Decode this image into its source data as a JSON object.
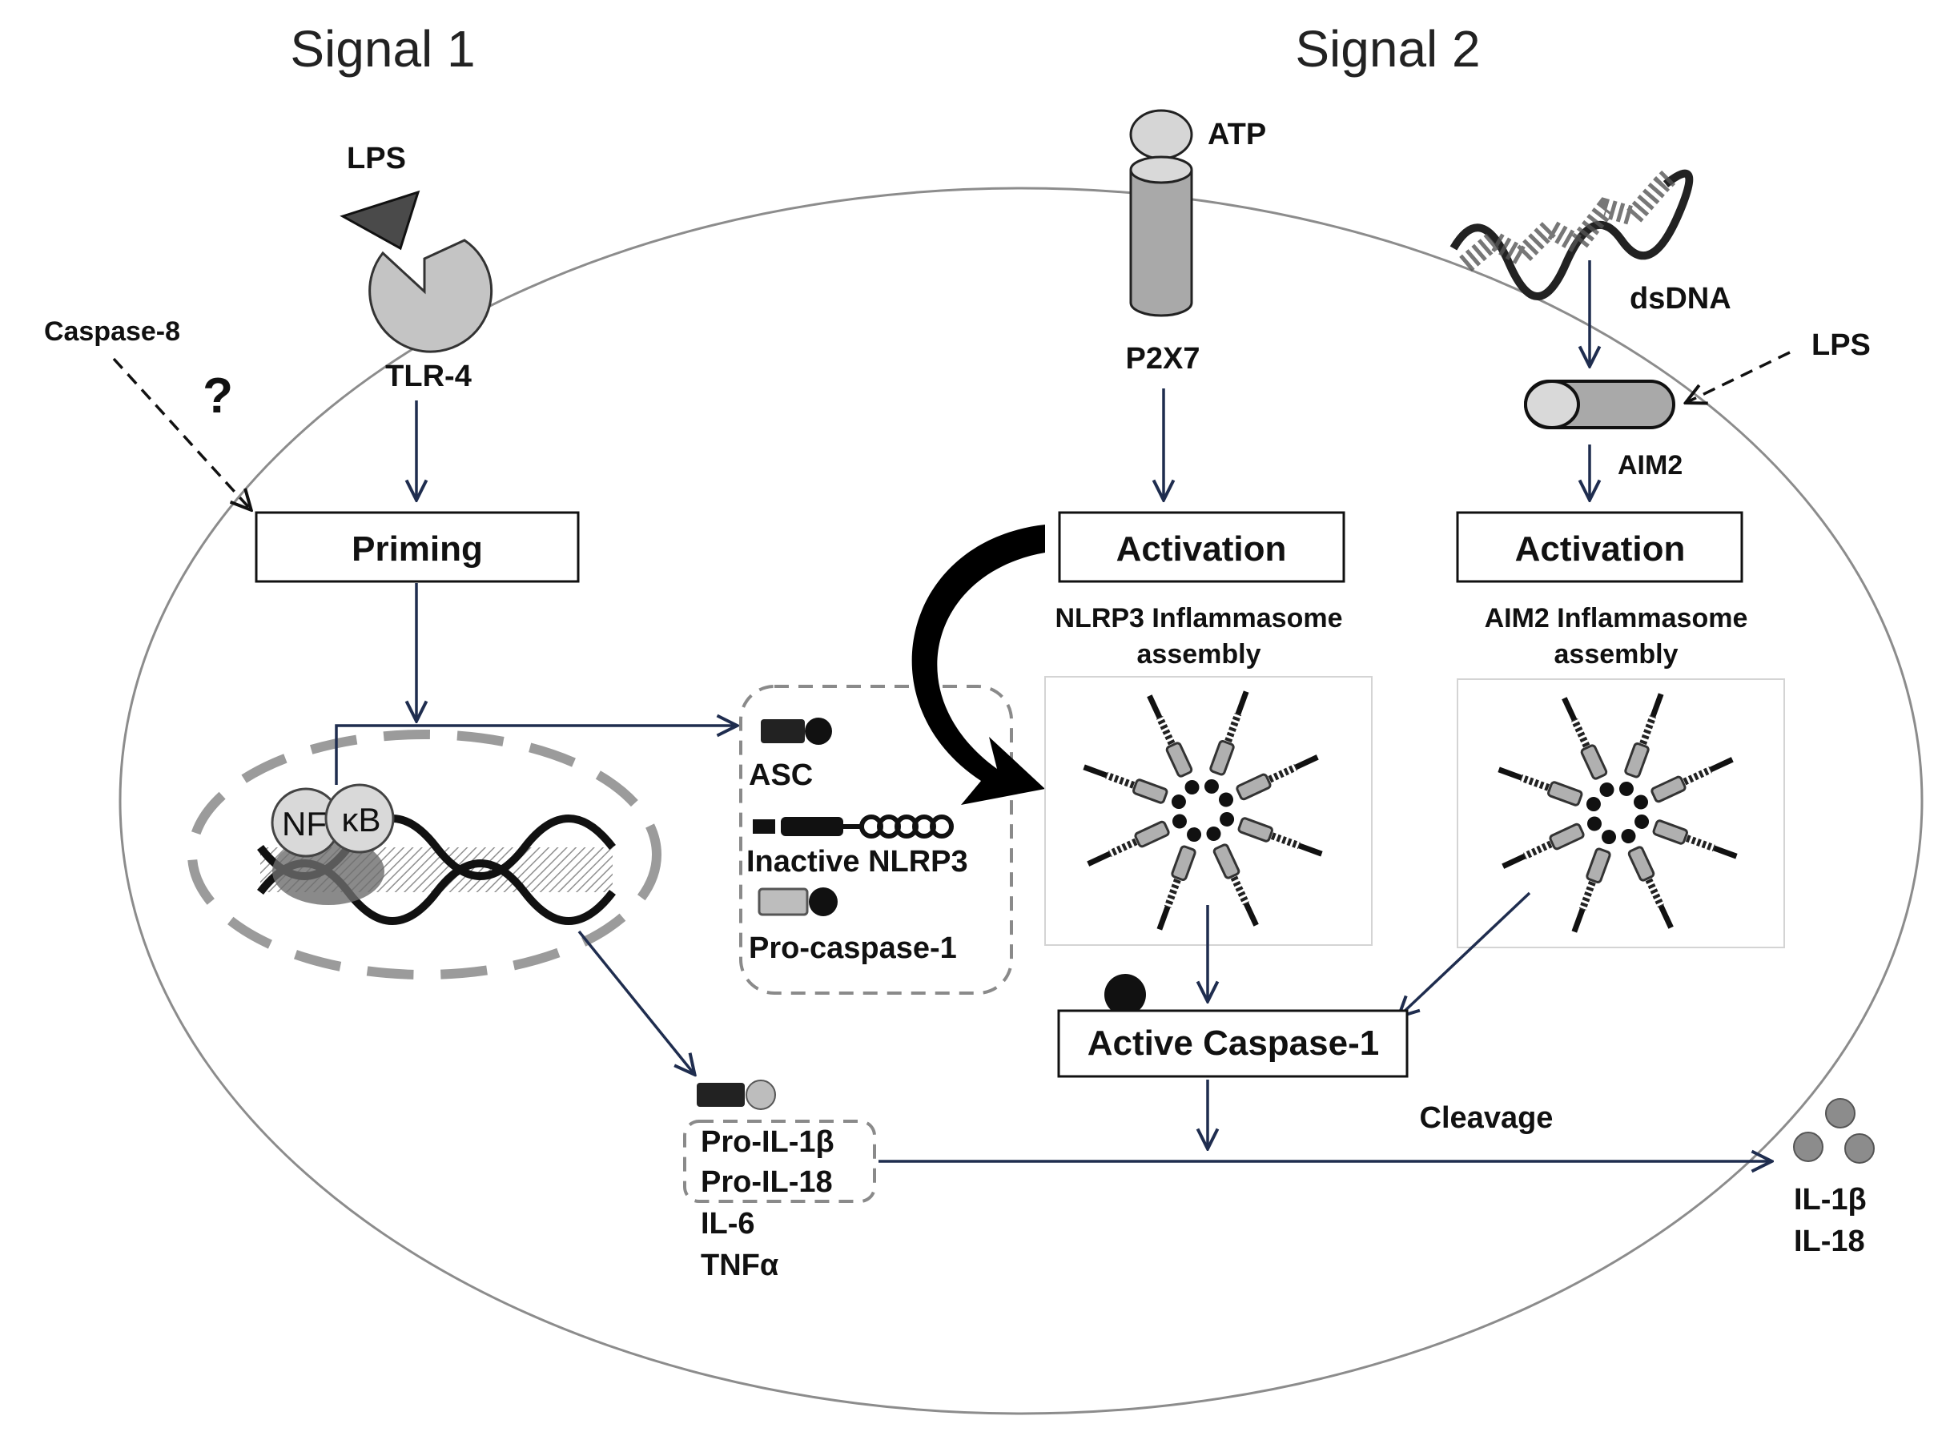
{
  "titles": {
    "signal1": "Signal 1",
    "signal2": "Signal 2"
  },
  "labels": {
    "lps_top": "LPS",
    "tlr4": "TLR-4",
    "caspase8": "Caspase-8",
    "question": "?",
    "atp": "ATP",
    "p2x7": "P2X7",
    "dsdna": "dsDNA",
    "lps_right": "LPS",
    "aim2": "AIM2",
    "nlrp3_assembly_1": "NLRP3 Inflammasome",
    "nlrp3_assembly_2": "assembly",
    "aim2_assembly_1": "AIM2 Inflammasome",
    "aim2_assembly_2": "assembly",
    "asc": "ASC",
    "inactive_nlrp3": "Inactive  NLRP3",
    "procaspase1": "Pro-caspase-1",
    "pro_il1b": "Pro-IL-1β",
    "pro_il18": "Pro-IL-18",
    "il6": "IL-6",
    "tnfa": "TNFα",
    "cleavage": "Cleavage",
    "il1b": "IL-1β",
    "il18": "IL-18",
    "nf": "NF",
    "kb": "κB"
  },
  "boxes": {
    "priming": "Priming",
    "activation_nlrp3": "Activation",
    "activation_aim2": "Activation",
    "active_caspase1": "Active  Caspase-1"
  },
  "colors": {
    "arrow": "#1f2d4f",
    "receptor_gray": "#c4c4c4",
    "lps_dark": "#4a4a4a",
    "nucleus_dash": "#9b9b9b"
  }
}
